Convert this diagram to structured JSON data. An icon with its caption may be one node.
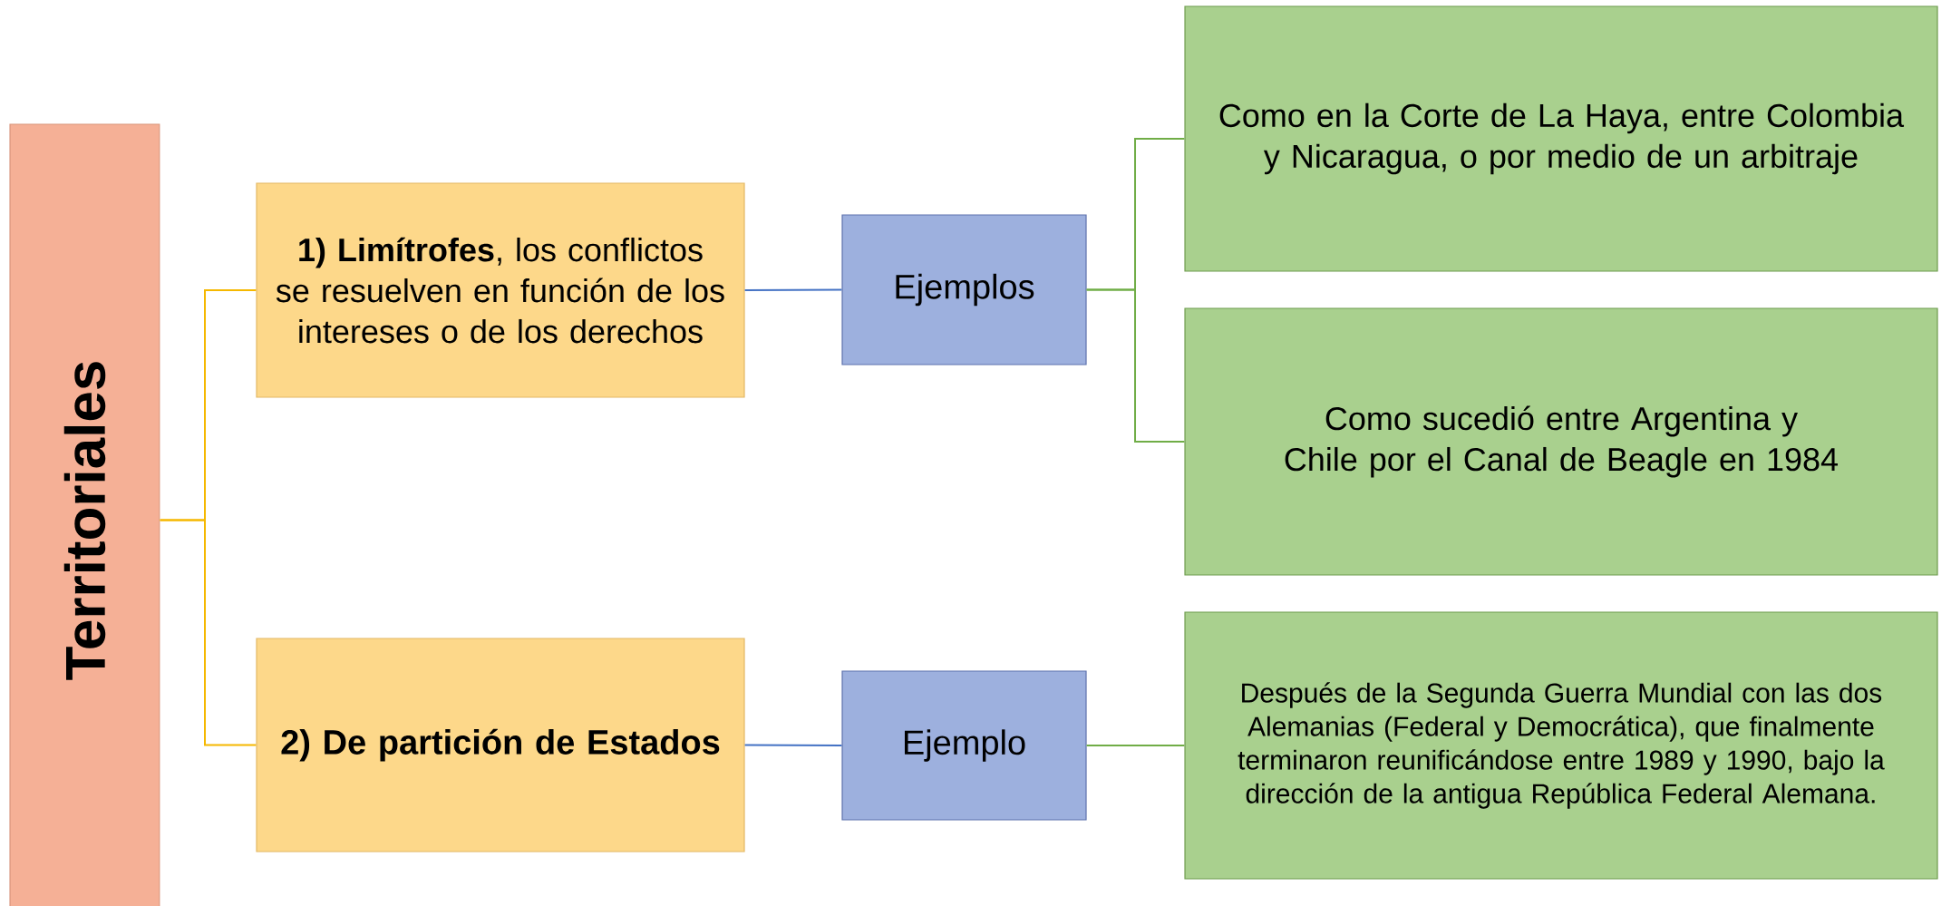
{
  "diagram": {
    "nodes": [
      {
        "text": [
          "Territoriales"
        ]
      },
      {
        "text": [
          "**1) Limítrofes**, los conflictos se resuelven en función de los intereses o de los derechos"
        ]
      },
      {
        "text": [
          "Ejemplos"
        ]
      },
      {
        "text": [
          "Como en la Corte de La Haya, entre Colombia y Nicaragua, o por medio de un arbitraje"
        ]
      },
      {
        "text": [
          "Como sucedió entre Argentina y Chile por el Canal de Beagle en 1984"
        ]
      },
      {
        "text": [
          "2) De partición de Estados"
        ]
      },
      {
        "text": [
          "Ejemplo"
        ]
      },
      {
        "text": [
          "Después de la Segunda Guerra Mundial con las dos Alemanias (Federal y Democrática), que finalmente terminaron reunificándose entre 1989 y 1990, bajo la dirección de la antigua República Federal Alemana."
        ]
      }
    ],
    "edges": [
      {
        "from": 0,
        "to": 1,
        "arrow": "none",
        "color": "#f5b800"
      },
      {
        "from": 0,
        "to": 5,
        "arrow": "none",
        "color": "#f5b800"
      },
      {
        "from": 1,
        "to": 2,
        "arrow": "none",
        "color": "#4472c4"
      },
      {
        "from": 2,
        "to": 3,
        "arrow": "none"
      },
      {
        "from": 2,
        "to": 4,
        "arrow": "none"
      },
      {
        "from": 5,
        "to": 6,
        "arrow": "none",
        "color": "#4472c4"
      },
      {
        "from": 6,
        "to": 7,
        "arrow": "none"
      }
    ]
  }
}
